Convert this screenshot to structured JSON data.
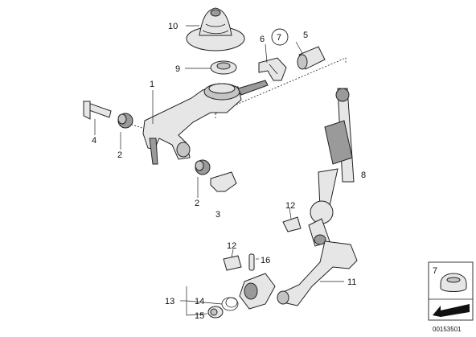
{
  "callouts": {
    "c1": "1",
    "c2a": "2",
    "c2b": "2",
    "c3": "3",
    "c4": "4",
    "c5": "5",
    "c6": "6",
    "c7": "7",
    "c8": "8",
    "c9": "9",
    "c10": "10",
    "c11": "11",
    "c12a": "12",
    "c12b": "12",
    "c13": "13",
    "c14": "14",
    "c15": "15",
    "c16": "16"
  },
  "legend": {
    "number": "7"
  },
  "reference": "00153501"
}
